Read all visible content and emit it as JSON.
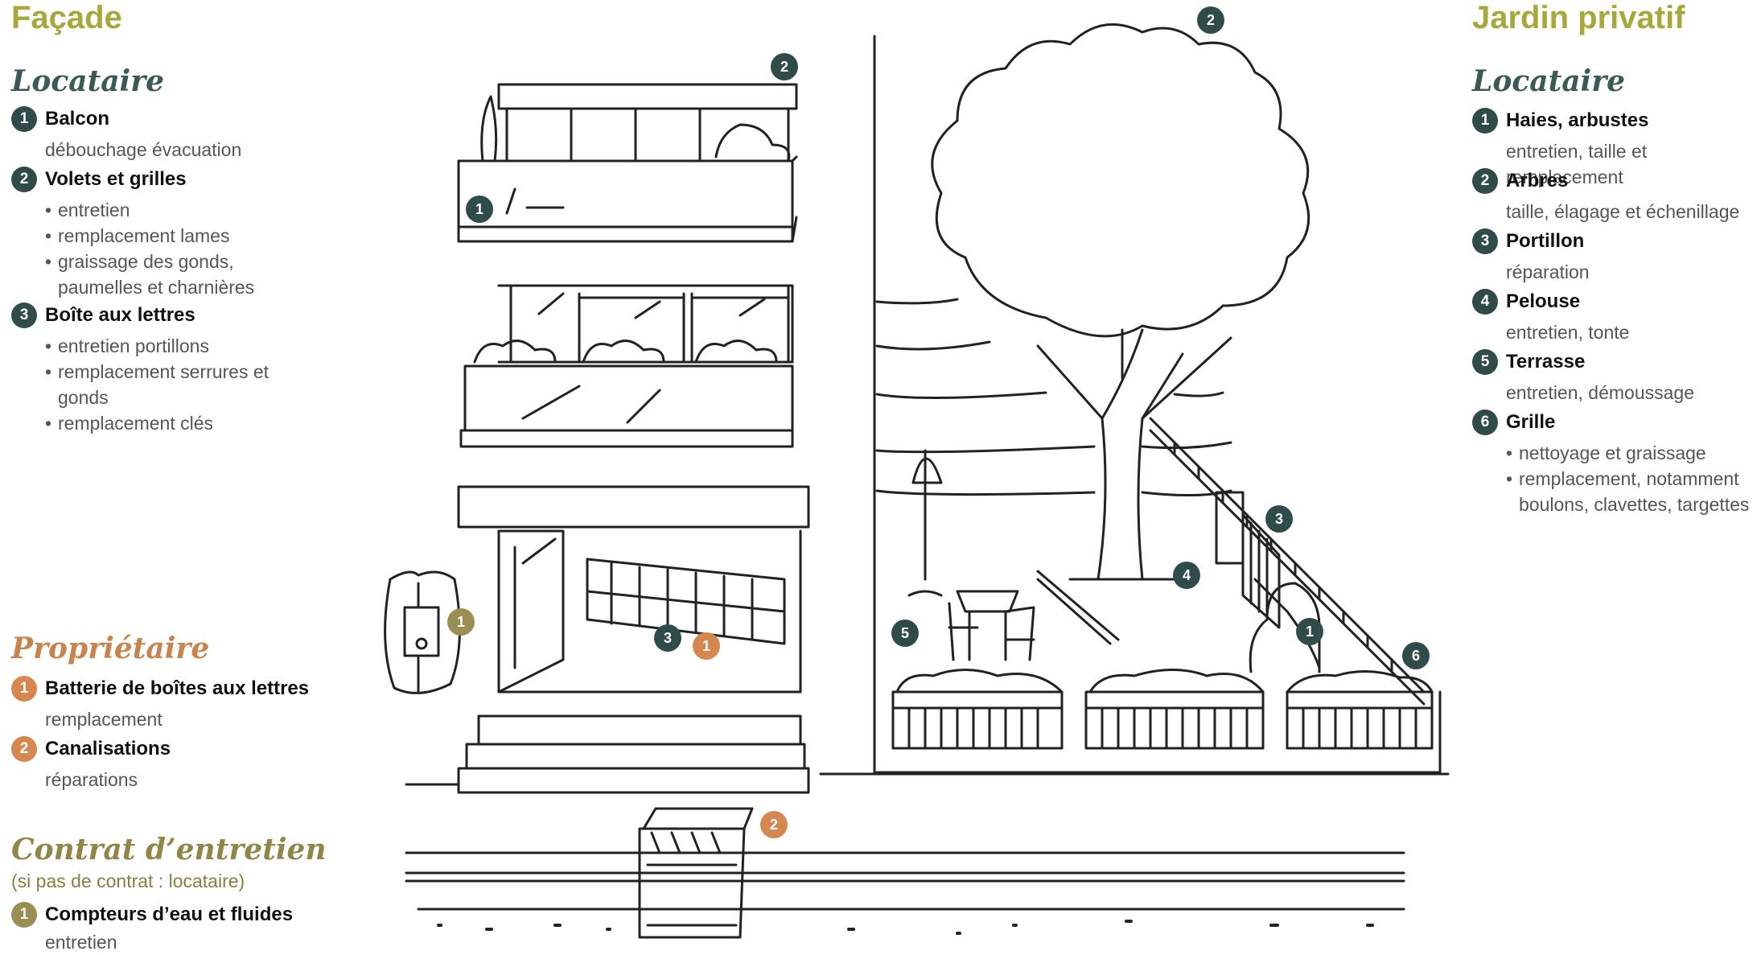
{
  "headings": {
    "facade": "Façade",
    "jardin": "Jardin privatif"
  },
  "facade_locataire": {
    "title": "Locataire",
    "items": [
      {
        "num": "1",
        "label": "Balcon",
        "desc": [
          "débouchage évacuation"
        ]
      },
      {
        "num": "2",
        "label": "Volets et grilles",
        "bullets": [
          "entretien",
          "remplacement lames",
          "graissage des gonds, paumelles et charnières"
        ]
      },
      {
        "num": "3",
        "label": "Boîte aux lettres",
        "bullets": [
          "entretien portillons",
          "remplacement serrures et gonds",
          "remplacement clés"
        ]
      }
    ]
  },
  "proprietaire": {
    "title": "Propriétaire",
    "items": [
      {
        "num": "1",
        "label": "Batterie de boîtes aux lettres",
        "desc": [
          "remplacement"
        ]
      },
      {
        "num": "2",
        "label": "Canalisations",
        "desc": [
          "réparations"
        ]
      }
    ]
  },
  "contrat": {
    "title": "Contrat d’entretien",
    "subtitle": "(si pas de contrat : locataire)",
    "items": [
      {
        "num": "1",
        "label": "Compteurs d’eau et fluides",
        "desc": [
          "entretien"
        ]
      }
    ]
  },
  "jardin_locataire": {
    "title": "Locataire",
    "items": [
      {
        "num": "1",
        "label": "Haies, arbustes",
        "desc": [
          "entretien, taille et remplacement"
        ]
      },
      {
        "num": "2",
        "label": "Arbres",
        "desc": [
          "taille, élagage et échenillage"
        ]
      },
      {
        "num": "3",
        "label": "Portillon",
        "desc": [
          "réparation"
        ]
      },
      {
        "num": "4",
        "label": "Pelouse",
        "desc": [
          "entretien, tonte"
        ]
      },
      {
        "num": "5",
        "label": "Terrasse",
        "desc": [
          "entretien, démoussage"
        ]
      },
      {
        "num": "6",
        "label": "Grille",
        "bullets": [
          "nettoyage et graissage",
          "remplacement, notamment boulons, clavettes, targettes"
        ]
      }
    ]
  },
  "illustration_markers": {
    "balcony": "1",
    "shutters": "2",
    "mailbox_tenant": "3",
    "mailbox_owner": "1",
    "meter": "1",
    "pipes": "2",
    "tree": "2",
    "gate": "3",
    "lawn": "4",
    "terrace": "5",
    "hedge": "1",
    "fence": "6"
  },
  "colors": {
    "title_green": "#a6a83a",
    "tenant": "#2f4b4a",
    "owner": "#d6864f",
    "contract": "#9a8f53"
  }
}
